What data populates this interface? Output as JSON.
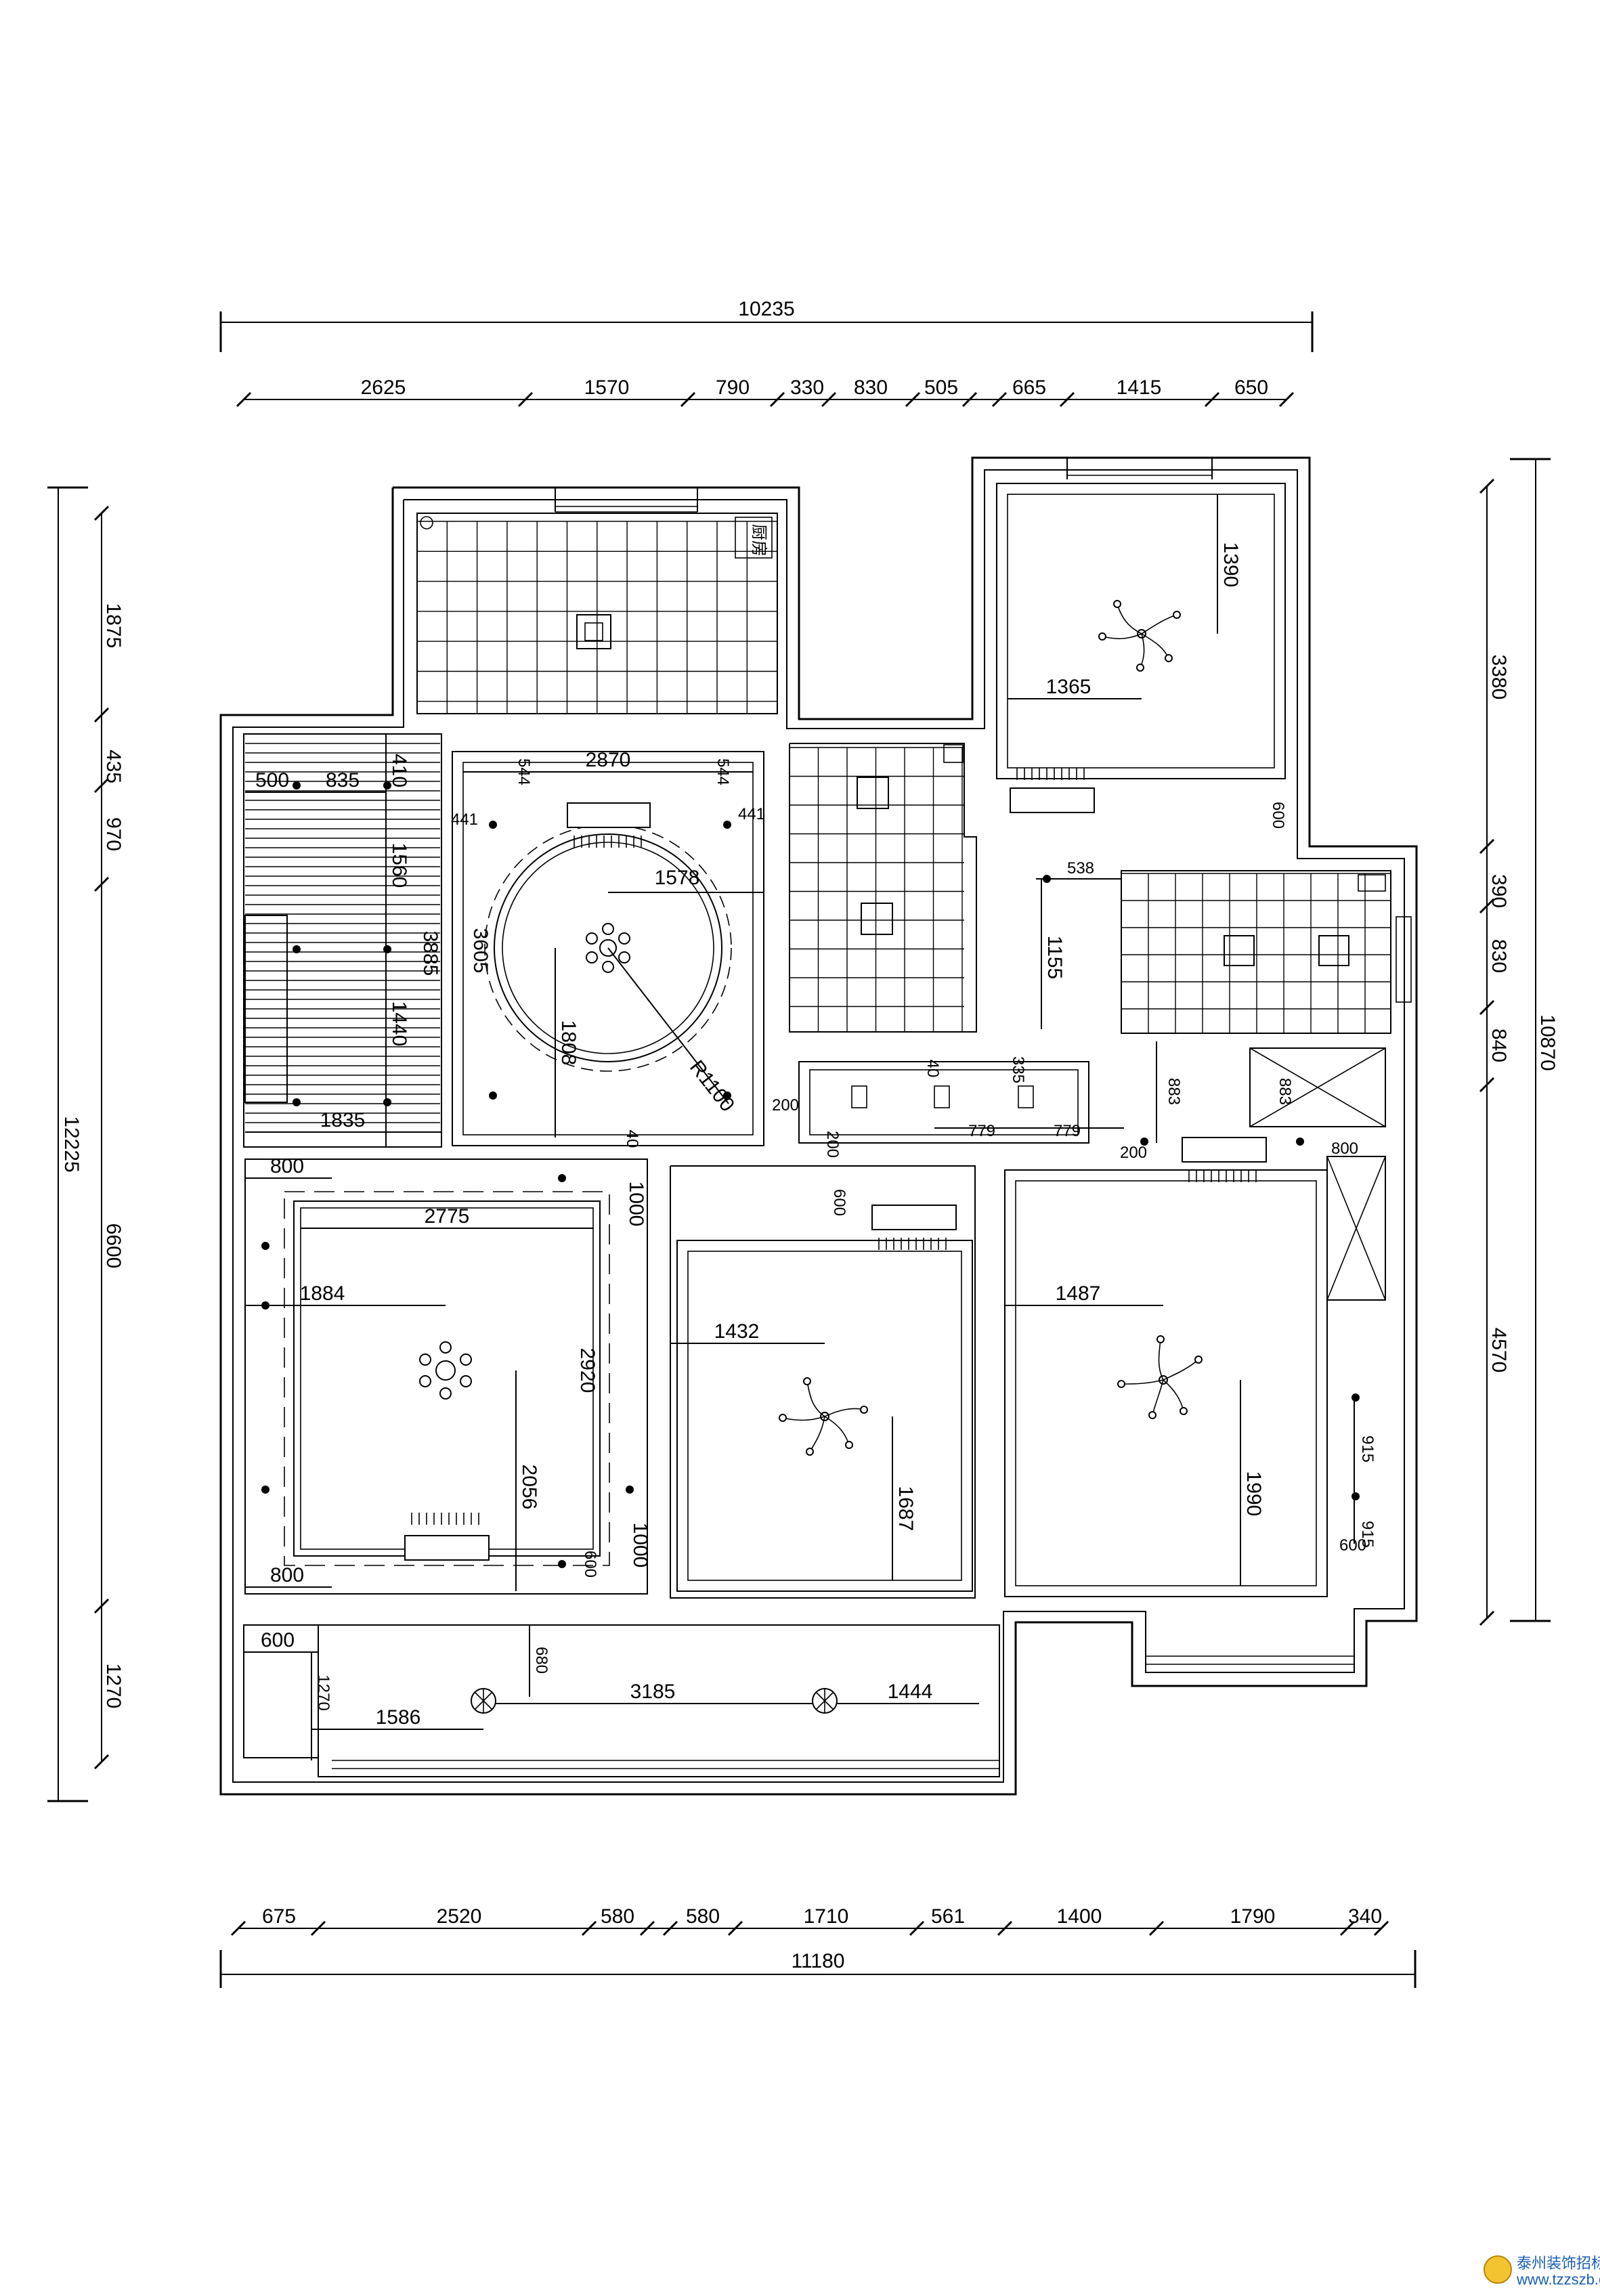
{
  "top_dims": {
    "overall": "10235",
    "segments": [
      "2625",
      "1570",
      "790",
      "330",
      "830",
      "505",
      "665",
      "1415",
      "650"
    ]
  },
  "bottom_dims": {
    "overall": "11180",
    "segments": [
      "675",
      "2520",
      "580",
      "580",
      "1710",
      "561",
      "1400",
      "1790",
      "340"
    ]
  },
  "left_dims": {
    "overall": "12225",
    "segments": [
      "1875",
      "435",
      "970",
      "6600",
      "1270"
    ]
  },
  "right_dims": {
    "overall": "10870",
    "segments": [
      "3380",
      "390",
      "830",
      "840",
      "4570"
    ]
  },
  "interior_dims": {
    "kitchen_top_radius": "R1100",
    "living_width": "2870",
    "living_544_left": "544",
    "living_544_right": "544",
    "living_441_left": "441",
    "living_441_right": "441",
    "living_1578": "1578",
    "living_3605": "3605",
    "living_1808": "1808",
    "living_40": "40",
    "balcony_410": "410",
    "balcony_500": "500",
    "balcony_835": "835",
    "balcony_1560": "1560",
    "balcony_3885": "3885",
    "balcony_1440": "1440",
    "balcony_1835": "1835",
    "bed_nw_1390": "1390",
    "bed_nw_1365": "1365",
    "bed_nw_600": "600",
    "hall_538": "538",
    "hall_1155": "1155",
    "hall_335": "335",
    "hall_40": "40",
    "corr_200_a": "200",
    "corr_200_b": "200",
    "corr_779_a": "779",
    "corr_779_b": "779",
    "corr_883_a": "883",
    "corr_883_b": "883",
    "corr_200_c": "200",
    "corr_800": "800",
    "master_800_top": "800",
    "master_2775": "2775",
    "master_1000_top": "1000",
    "master_1884": "1884",
    "master_2920": "2920",
    "master_2056": "2056",
    "master_1000_bot": "1000",
    "master_600": "600",
    "master_800_bot": "800",
    "bed2_600": "600",
    "bed2_1432": "1432",
    "bed2_1687": "1687",
    "bed3_1487": "1487",
    "bed3_1990": "1990",
    "bed3_915_a": "915",
    "bed3_915_b": "915",
    "bed3_600": "600",
    "south_600": "600",
    "south_680": "680",
    "south_1270": "1270",
    "south_1586": "1586",
    "south_3185": "3185",
    "south_1444": "1444"
  },
  "labels": {
    "kitchen_tag": "厨房"
  },
  "watermark": {
    "text": "泰州装饰招标网",
    "url": "www.tzzszb.com"
  }
}
